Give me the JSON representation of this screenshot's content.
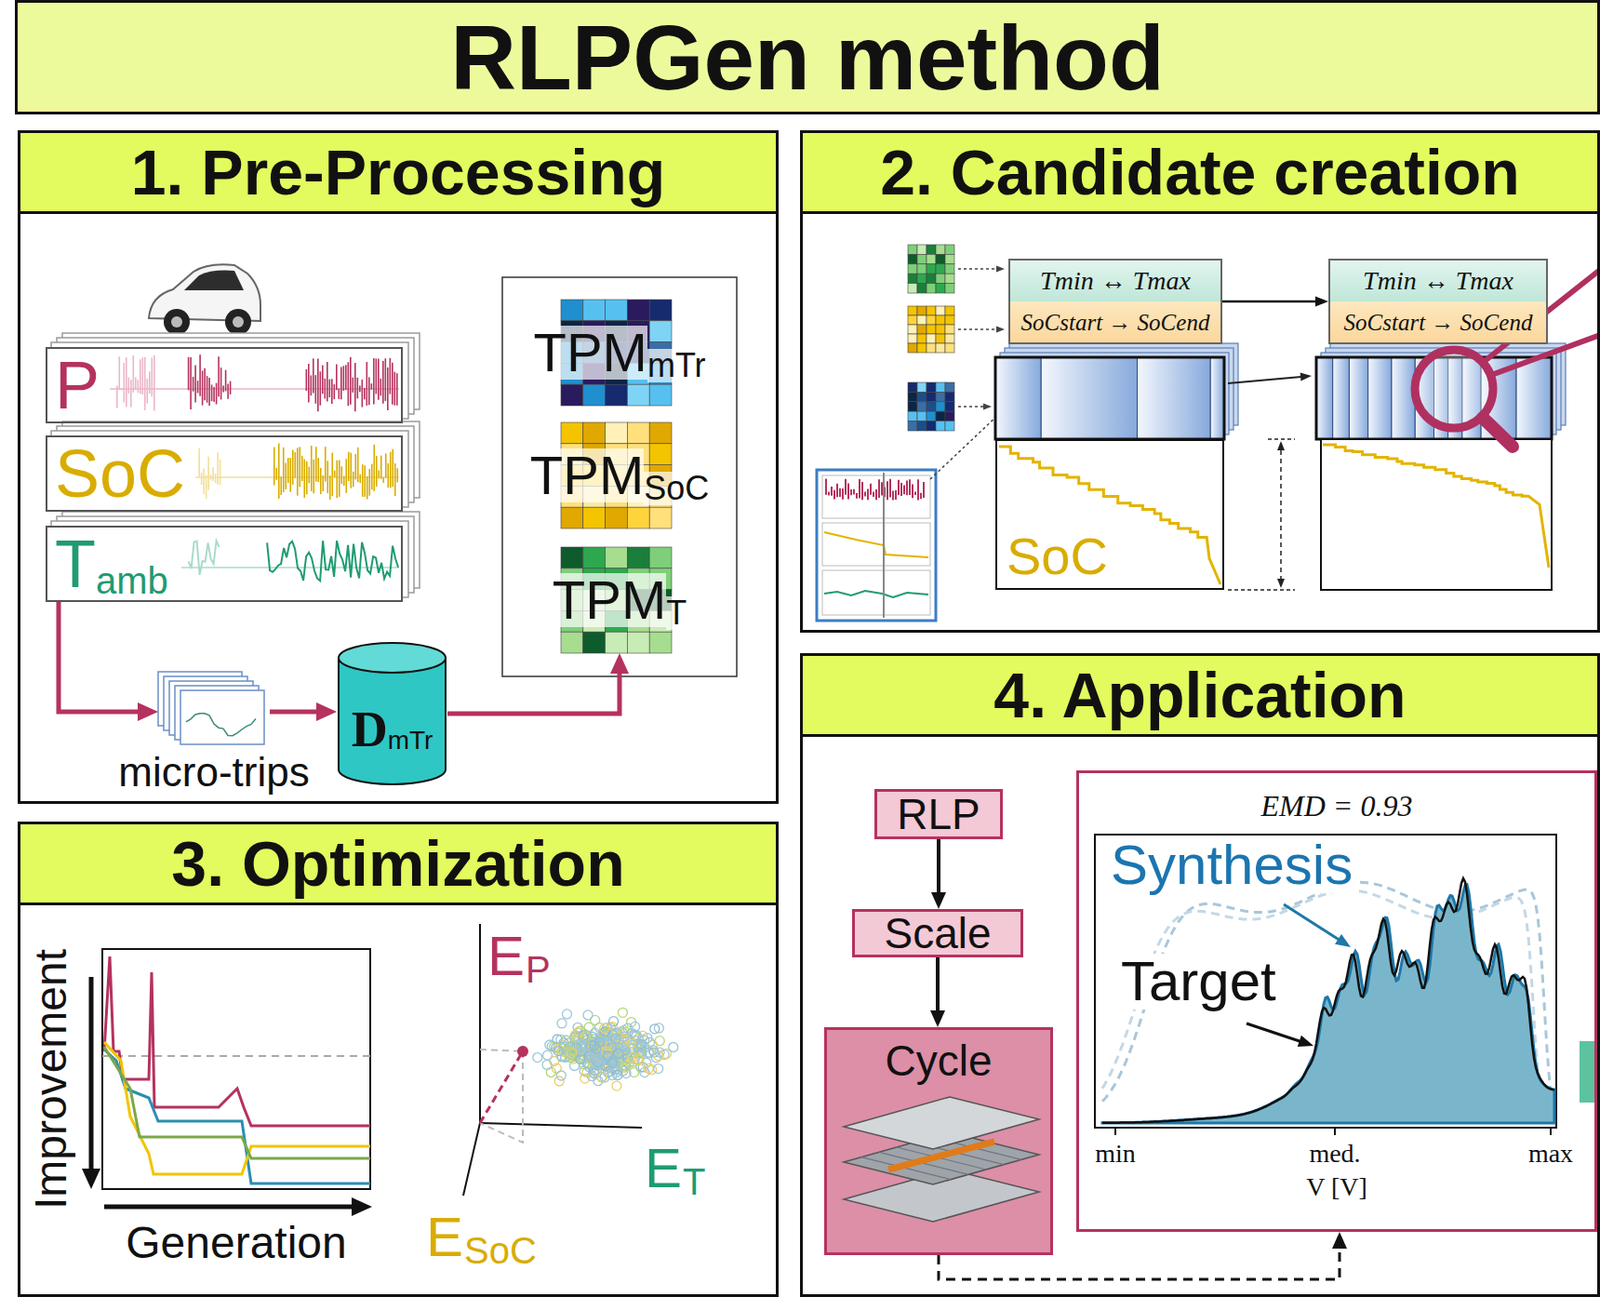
{
  "diagram": {
    "title": "RLPGen method",
    "nodes": [
      {
        "text": [
          "1. Pre-Processing"
        ]
      },
      {
        "text": [
          "P"
        ],
        "in": 0
      },
      {
        "text": [
          "SoC"
        ],
        "in": 0
      },
      {
        "text": [
          "T",
          "amb"
        ],
        "in": 0
      },
      {
        "text": [
          "micro-trips"
        ],
        "in": 0
      },
      {
        "text": [
          "D",
          "mTr"
        ],
        "in": 0
      },
      {
        "text": [
          "TPM",
          "mTr"
        ],
        "in": 0
      },
      {
        "text": [
          "TPM",
          "SoC"
        ],
        "in": 0
      },
      {
        "text": [
          "TPM",
          "T"
        ],
        "in": 0
      },
      {
        "text": [
          "2. Candidate creation"
        ]
      },
      {
        "text": [
          "Tmin ↔ Tmax",
          "SoCstart → SoCend"
        ],
        "in": 9
      },
      {
        "text": [
          "Tmin ↔ Tmax",
          "SoCstart → SoCend"
        ],
        "in": 9
      },
      {
        "text": [
          "SoC"
        ],
        "in": 9
      },
      {
        "text": [
          "3. Optimization"
        ]
      },
      {
        "text": [
          "4. Application"
        ]
      },
      {
        "text": [
          "RLP"
        ],
        "in": 14
      },
      {
        "text": [
          "Scale"
        ],
        "in": 14
      },
      {
        "text": [
          "Cycle"
        ],
        "in": 14
      },
      {
        "text": [
          "EMD = 0.93",
          "Synthesis",
          "Target",
          "min",
          "med.",
          "max",
          "V [V]"
        ],
        "in": 14
      }
    ],
    "edges": [
      {
        "from": 3,
        "to": 4,
        "arrow": "to"
      },
      {
        "from": 4,
        "to": 5,
        "arrow": "to"
      },
      {
        "from": 5,
        "to": 8,
        "arrow": "to"
      },
      {
        "from": 10,
        "to": 11,
        "arrow": "to"
      },
      {
        "from": 15,
        "to": 16,
        "arrow": "to"
      },
      {
        "from": 16,
        "to": 17,
        "arrow": "to"
      },
      {
        "from": 17,
        "to": 18,
        "arrow": "to"
      }
    ],
    "labels": [
      "Improvement",
      "Generation",
      "E",
      "P",
      "E",
      "T",
      "E",
      "SoC"
    ]
  }
}
